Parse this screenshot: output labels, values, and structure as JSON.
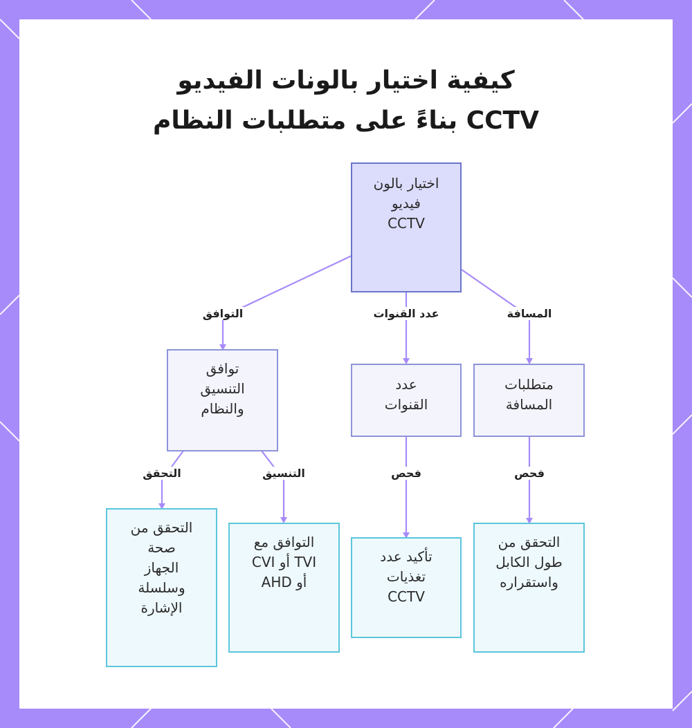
{
  "title": {
    "line1": "كيفية اختيار بالونات الفيديو",
    "line2": "CCTV بناءً على متطلبات النظام"
  },
  "colors": {
    "frame": "#a78bfa",
    "edge": "#a78bfa",
    "root_fill": "#dcdcfc",
    "mid_fill": "#f4f4fd",
    "leaf_fill": "#eef9fd",
    "leaf_border": "#5bc6dc"
  },
  "nodes": {
    "root": {
      "lines": [
        "اختيار بالون",
        "فيديو",
        "CCTV"
      ]
    },
    "compat": {
      "lines": [
        "توافق",
        "التنسيق",
        "والنظام"
      ]
    },
    "channels": {
      "lines": [
        "عدد",
        "القنوات"
      ]
    },
    "distance": {
      "lines": [
        "متطلبات",
        "المسافة"
      ]
    },
    "device": {
      "lines": [
        "التحقق من",
        "صحة",
        "الجهاز",
        "وسلسلة",
        "الإشارة"
      ]
    },
    "format": {
      "lines": [
        "التوافق مع",
        "TVI أو CVI",
        "أو AHD"
      ]
    },
    "feeds": {
      "lines": [
        "تأكيد عدد",
        "تغذيات",
        "CCTV"
      ]
    },
    "cable": {
      "lines": [
        "التحقق من",
        "طول الكابل",
        "واستقراره"
      ]
    }
  },
  "edge_labels": {
    "compat": "التوافق",
    "channels": "عدد القنوات",
    "distance": "المسافة",
    "verify": "التحقق",
    "format": "التنسيق",
    "check_channels": "فحص",
    "check_distance": "فحص"
  }
}
